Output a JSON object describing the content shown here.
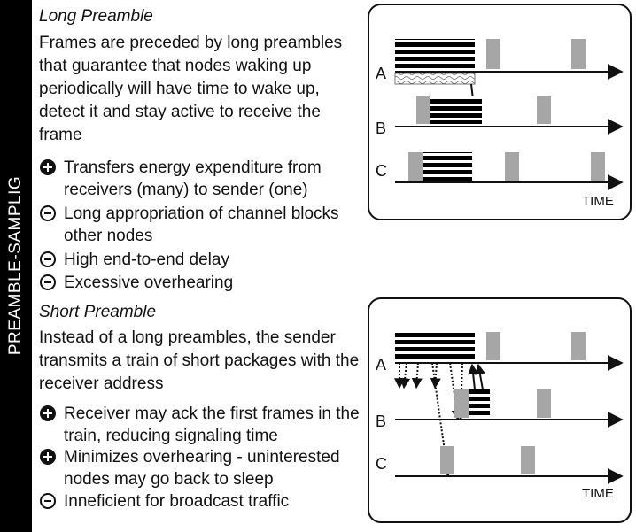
{
  "sidebar": {
    "label": "PREAMBLE-SAMPLIG"
  },
  "long": {
    "title": "Long Preamble",
    "description": "Frames are preceded by long preambles that guarantee that nodes waking up periodically will have time to wake up, detect it and stay active to receive the frame",
    "bullets": [
      {
        "sign": "plus",
        "text": "Transfers energy expenditure from receivers (many) to sender (one)"
      },
      {
        "sign": "minus",
        "text": "Long appropriation of channel blocks other nodes"
      },
      {
        "sign": "minus",
        "text": "High end-to-end delay"
      },
      {
        "sign": "minus",
        "text": "Excessive overhearing"
      }
    ]
  },
  "short": {
    "title": "Short Preamble",
    "description": "Instead of a long preambles, the sender transmits a train of short packages with the receiver address",
    "bullets": [
      {
        "sign": "plus",
        "text": "Receiver may ack the first frames in the train, reducing signaling time"
      },
      {
        "sign": "plus",
        "text": "Minimizes overhearing - uninterested nodes may go back to sleep"
      },
      {
        "sign": "minus",
        "text": "Inneficient for broadcast traffic"
      }
    ]
  },
  "diagram_long": {
    "nodes": [
      "A",
      "B",
      "C"
    ],
    "axis_label": "TIME"
  },
  "diagram_short": {
    "nodes": [
      "A",
      "B",
      "C"
    ],
    "axis_label": "TIME"
  },
  "colors": {
    "sidebar": "#000000",
    "slot": "#a6a6a6",
    "line": "#111111"
  }
}
